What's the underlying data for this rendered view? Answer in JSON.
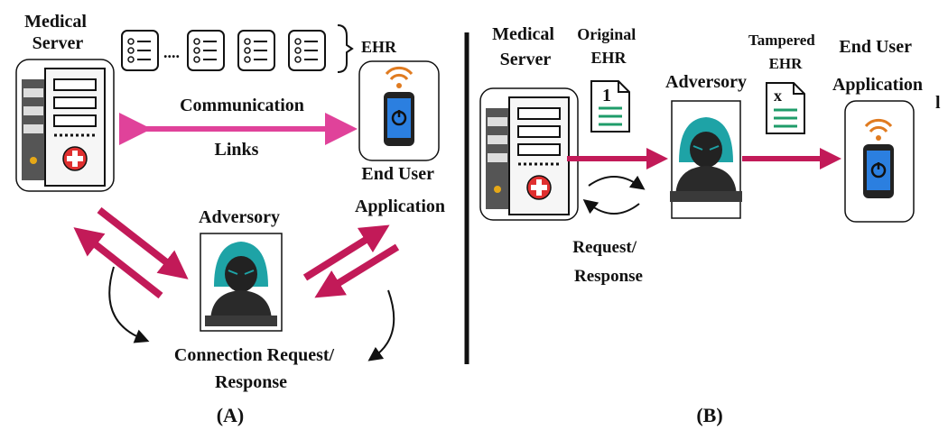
{
  "panel_a": {
    "medical_server_label": [
      "Medical",
      "Server"
    ],
    "ehr_label": "EHR",
    "links_label": [
      "Communication",
      "Links"
    ],
    "end_user_label": [
      "End User",
      "Application"
    ],
    "adversary_label": "Adversory",
    "conn_label": [
      "Connection Request/",
      "Response"
    ],
    "caption": "(A)"
  },
  "panel_b": {
    "medical_server_label": [
      "Medical",
      "Server"
    ],
    "original_ehr_label": [
      "Original",
      "EHR"
    ],
    "original_doc_mark": "1",
    "adversary_label": "Adversory",
    "tampered_ehr_label": [
      "Tampered",
      "EHR"
    ],
    "tampered_doc_mark": "x",
    "end_user_label": [
      "End User",
      "Application"
    ],
    "stray_mark": "l",
    "req_label": [
      "Request/",
      "Response"
    ],
    "caption": "(B)"
  },
  "colors": {
    "link_pink": "#e0429a",
    "attack_crimson": "#c21a58",
    "doc_green": "#1f9c6a",
    "phone_blue": "#2b7fe0",
    "hood_teal": "#1ea3a6"
  },
  "icons": [
    "server-icon",
    "document-list-icon",
    "smartphone-icon",
    "hacker-icon",
    "document-icon",
    "cycle-arrows-icon"
  ]
}
